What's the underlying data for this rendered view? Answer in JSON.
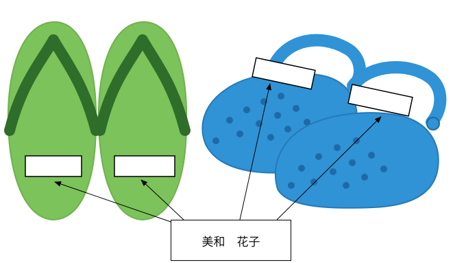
{
  "name_label": {
    "text": "美和　花子"
  },
  "illustration": {
    "left_item": "green-sandals",
    "right_item": "blue-clogs",
    "name_tag_count": 4
  },
  "colors": {
    "sandal_green": "#7bc35a",
    "sandal_strap": "#2e6d2a",
    "clog_blue": "#2f93d6",
    "clog_hole": "#1e6aa8",
    "tag_fill": "#ffffff",
    "outline": "#000000"
  }
}
